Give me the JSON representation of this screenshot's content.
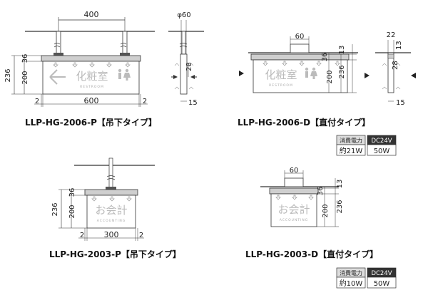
{
  "top_left": {
    "caption": "LLP-HG-2006-P【吊下タイプ】",
    "dims": {
      "top": "400",
      "h_total": "236",
      "h_body": "200",
      "h_cap": "36",
      "left": "2",
      "width": "600",
      "right": "2"
    },
    "sign": {
      "main": "化粧室",
      "sub": "RESTROOM"
    },
    "side": {
      "dia": "φ60",
      "depth": "28",
      "bottom": "15"
    }
  },
  "top_right": {
    "caption": "LLP-HG-2006-D【直付タイプ】",
    "dims": {
      "base": "60",
      "h_total": "236",
      "h_body": "200",
      "h_cap": "36",
      "side_top": "13"
    },
    "sign": {
      "main": "化粧室",
      "sub": "RESTROOM"
    },
    "side": {
      "width": "22",
      "top": "13",
      "depth": "28",
      "bottom": "15"
    },
    "power": {
      "label": "消費電力",
      "value": "約21W",
      "dc_label": "DC24V",
      "dc_value": "50W"
    }
  },
  "bottom_left": {
    "caption": "LLP-HG-2003-P【吊下タイプ】",
    "dims": {
      "h_total": "236",
      "h_body": "200",
      "h_cap": "36",
      "left": "2",
      "width": "300",
      "right": "2"
    },
    "sign": {
      "main": "お会計",
      "sub": "ACCOUNTING"
    }
  },
  "bottom_right": {
    "caption": "LLP-HG-2003-D【直付タイプ】",
    "dims": {
      "base": "60",
      "h_total": "236",
      "h_body": "200",
      "h_cap": "36",
      "side_top": "13"
    },
    "sign": {
      "main": "お会計",
      "sub": "ACCOUNTING"
    },
    "power": {
      "label": "消費電力",
      "value": "約10W",
      "dc_label": "DC24V",
      "dc_value": "50W"
    }
  },
  "colors": {
    "line": "#333333",
    "cap_fill": "#cfcfcf",
    "body_fill": "#ffffff",
    "icon": "#bdbdbd",
    "arrow": "#999999",
    "badge_dark": "#333333"
  }
}
